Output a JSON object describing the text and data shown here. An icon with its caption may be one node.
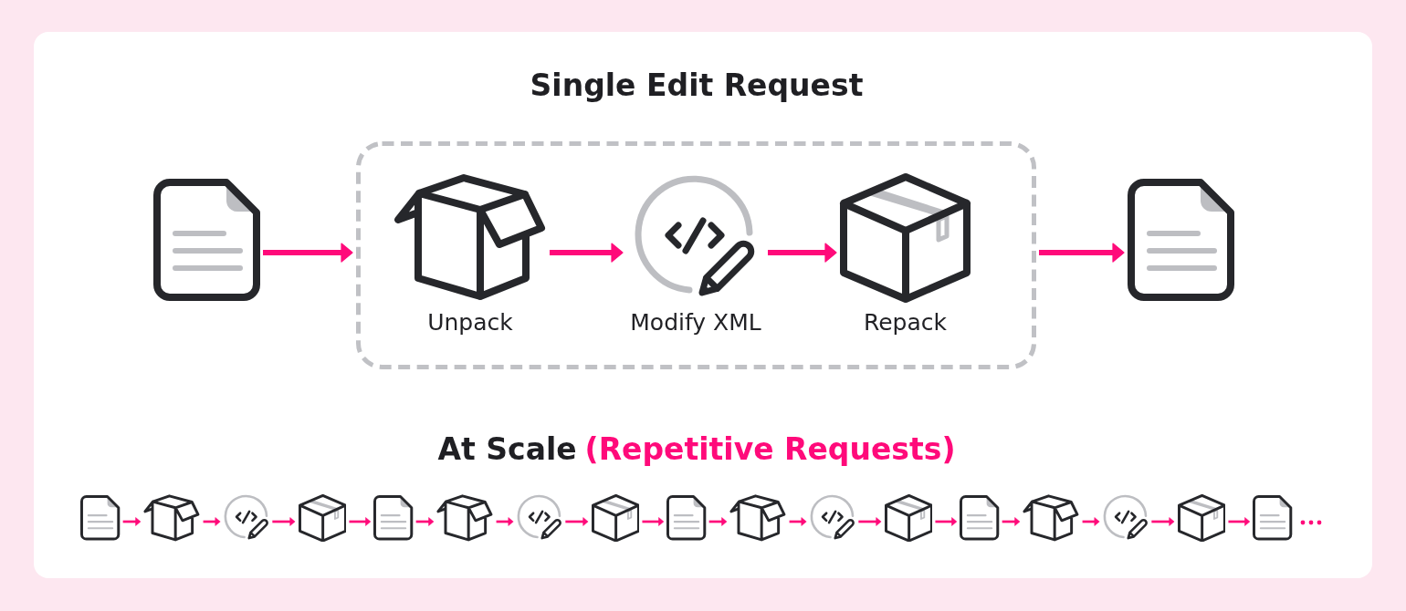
{
  "diagram": {
    "title": "Single Edit Request",
    "nodes": [
      {
        "text": [],
        "shape": "document"
      },
      {
        "text": [],
        "shape": "box"
      },
      {
        "text": [
          "Unpack"
        ],
        "in": 1
      },
      {
        "text": [
          "Modify XML"
        ],
        "in": 1
      },
      {
        "text": [
          "Repack"
        ],
        "in": 1
      },
      {
        "text": [],
        "shape": "document"
      },
      {
        "text": [],
        "shape": "document"
      },
      {
        "text": [],
        "shape": "carton"
      },
      {
        "text": [],
        "shape": "picture"
      },
      {
        "text": [],
        "shape": "package"
      },
      {
        "text": [],
        "shape": "document"
      },
      {
        "text": [],
        "shape": "carton"
      },
      {
        "text": [],
        "shape": "picture"
      },
      {
        "text": [],
        "shape": "package"
      },
      {
        "text": [],
        "shape": "document"
      },
      {
        "text": [],
        "shape": "carton"
      },
      {
        "text": [],
        "shape": "picture"
      },
      {
        "text": [],
        "shape": "package"
      },
      {
        "text": [],
        "shape": "document"
      },
      {
        "text": [],
        "shape": "carton"
      },
      {
        "text": [],
        "shape": "picture"
      },
      {
        "text": [],
        "shape": "package"
      },
      {
        "text": [],
        "shape": "document"
      }
    ],
    "edges": [
      {
        "from": 0,
        "to": 1,
        "arrow": "to",
        "style": "thick"
      },
      {
        "from": 2,
        "to": 3,
        "arrow": "to",
        "style": "thick"
      },
      {
        "from": 3,
        "to": 4,
        "arrow": "to",
        "style": "thick"
      },
      {
        "from": 1,
        "to": 5,
        "arrow": "to",
        "style": "thick"
      },
      {
        "from": 6,
        "to": 7,
        "arrow": "to"
      },
      {
        "from": 7,
        "to": 8,
        "arrow": "to"
      },
      {
        "from": 8,
        "to": 9,
        "arrow": "to"
      },
      {
        "from": 9,
        "to": 10,
        "arrow": "to"
      },
      {
        "from": 10,
        "to": 11,
        "arrow": "to"
      },
      {
        "from": 11,
        "to": 12,
        "arrow": "to"
      },
      {
        "from": 12,
        "to": 13,
        "arrow": "to"
      },
      {
        "from": 13,
        "to": 14,
        "arrow": "to"
      },
      {
        "from": 14,
        "to": 15,
        "arrow": "to"
      },
      {
        "from": 15,
        "to": 16,
        "arrow": "to"
      },
      {
        "from": 16,
        "to": 17,
        "arrow": "to"
      },
      {
        "from": 17,
        "to": 18,
        "arrow": "to"
      },
      {
        "from": 18,
        "to": 19,
        "arrow": "to"
      },
      {
        "from": 19,
        "to": 20,
        "arrow": "to"
      },
      {
        "from": 20,
        "to": 21,
        "arrow": "to"
      },
      {
        "from": 21,
        "to": 22,
        "arrow": "to"
      }
    ],
    "labels": [
      "At Scale",
      "(Repetitive Requests)"
    ]
  }
}
